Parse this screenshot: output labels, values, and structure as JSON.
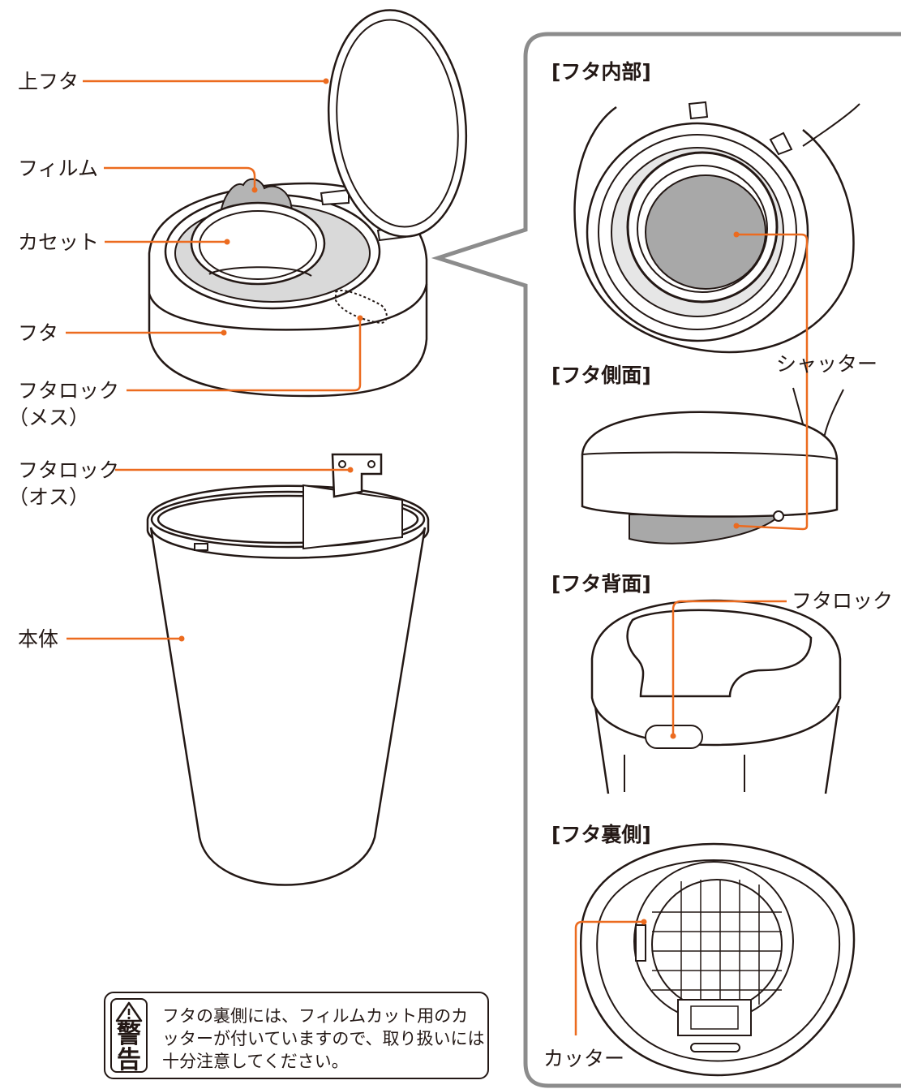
{
  "left_labels": {
    "top_lid": "上フタ",
    "film": "フィルム",
    "cassette": "カセット",
    "lid": "フタ",
    "lid_lock_female_1": "フタロック",
    "lid_lock_female_2": "（メス）",
    "lid_lock_male_1": "フタロック",
    "lid_lock_male_2": "（オス）",
    "body": "本体"
  },
  "panel": {
    "lid_inside": "[フタ内部]",
    "shutter": "シャッター",
    "lid_side": "[フタ側面]",
    "lid_back": "[フタ背面]",
    "lid_lock": "フタロック",
    "lid_underside": "[フタ裏側]",
    "cutter": "カッター"
  },
  "warning": {
    "badge_char_1": "警",
    "badge_char_2": "告",
    "text": "フタの裏側には、フィルムカット用のカッターが付いていますので、取り扱いには十分注意してください。"
  },
  "colors": {
    "leader_line": "#ec6b1f",
    "outline": "#231815",
    "panel_border": "#8c8c8c",
    "shutter_fill": "#a8a8a8",
    "film_fill": "#b4b4b4"
  }
}
